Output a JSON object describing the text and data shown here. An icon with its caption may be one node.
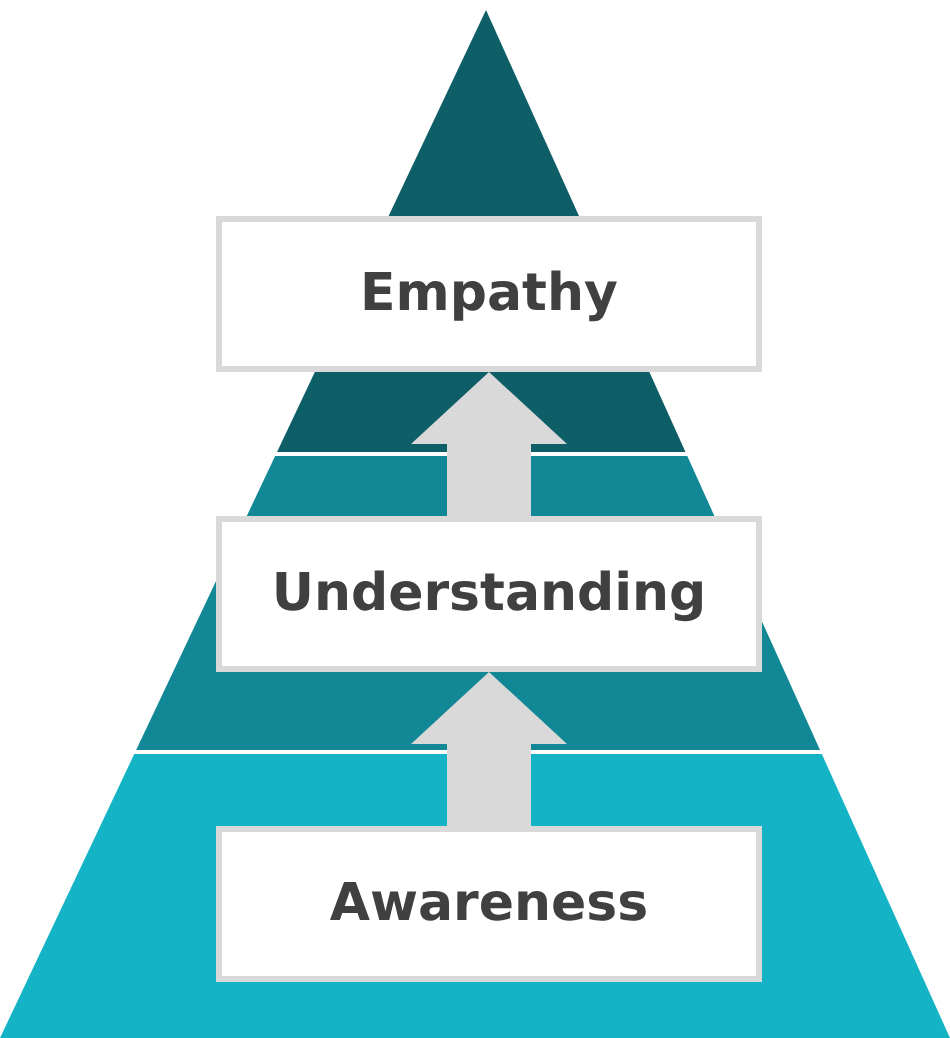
{
  "diagram": {
    "nodes": [
      {
        "text": [
          "Empathy"
        ]
      },
      {
        "text": [
          "Understanding"
        ]
      },
      {
        "text": [
          "Awareness"
        ]
      }
    ],
    "edges": [
      {
        "from": 2,
        "to": 1,
        "arrow": "to"
      },
      {
        "from": 1,
        "to": 0,
        "arrow": "to"
      }
    ]
  }
}
